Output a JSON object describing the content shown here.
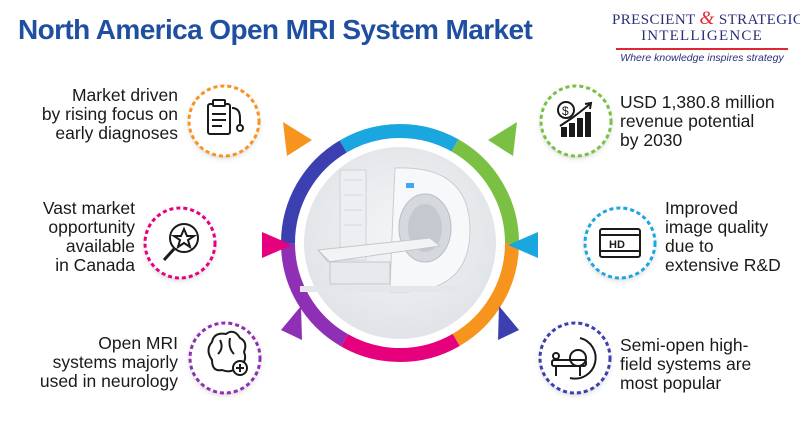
{
  "title": "North America Open MRI System Market",
  "logo": {
    "line1_left": "PRESCIENT",
    "line1_amp": "&",
    "line1_right": "STRATEGIC",
    "line2": "INTELLIGENCE",
    "tagline": "Where knowledge inspires strategy",
    "colors": {
      "navy": "#2b2f7a",
      "red": "#e0262f"
    }
  },
  "features": {
    "left": [
      {
        "lines": [
          "Market driven",
          "by rising focus on",
          "early diagnoses"
        ],
        "icon": "clipboard-stethoscope-icon",
        "accent": "#f7941d"
      },
      {
        "lines": [
          "Vast market",
          "opportunity",
          "available",
          "in Canada"
        ],
        "icon": "magnifier-star-icon",
        "accent": "#e6007e"
      },
      {
        "lines": [
          "Open MRI",
          "systems majorly",
          "used in neurology"
        ],
        "icon": "brain-plus-icon",
        "accent": "#8e2fb5"
      }
    ],
    "right": [
      {
        "lines": [
          "USD 1,380.8 million",
          "revenue potential",
          "by 2030"
        ],
        "icon": "dollar-growth-chart-icon",
        "accent": "#7ac143"
      },
      {
        "lines": [
          "Improved",
          "image quality",
          "due to",
          "extensive R&D"
        ],
        "icon": "hd-film-icon",
        "accent": "#1aa7e0"
      },
      {
        "lines": [
          "Semi-open high-",
          "field systems are",
          "most popular"
        ],
        "icon": "mri-scanner-icon",
        "accent": "#3b3fb0"
      }
    ]
  },
  "colors": {
    "title": "#1f4fa0",
    "text": "#1a1a1a"
  }
}
